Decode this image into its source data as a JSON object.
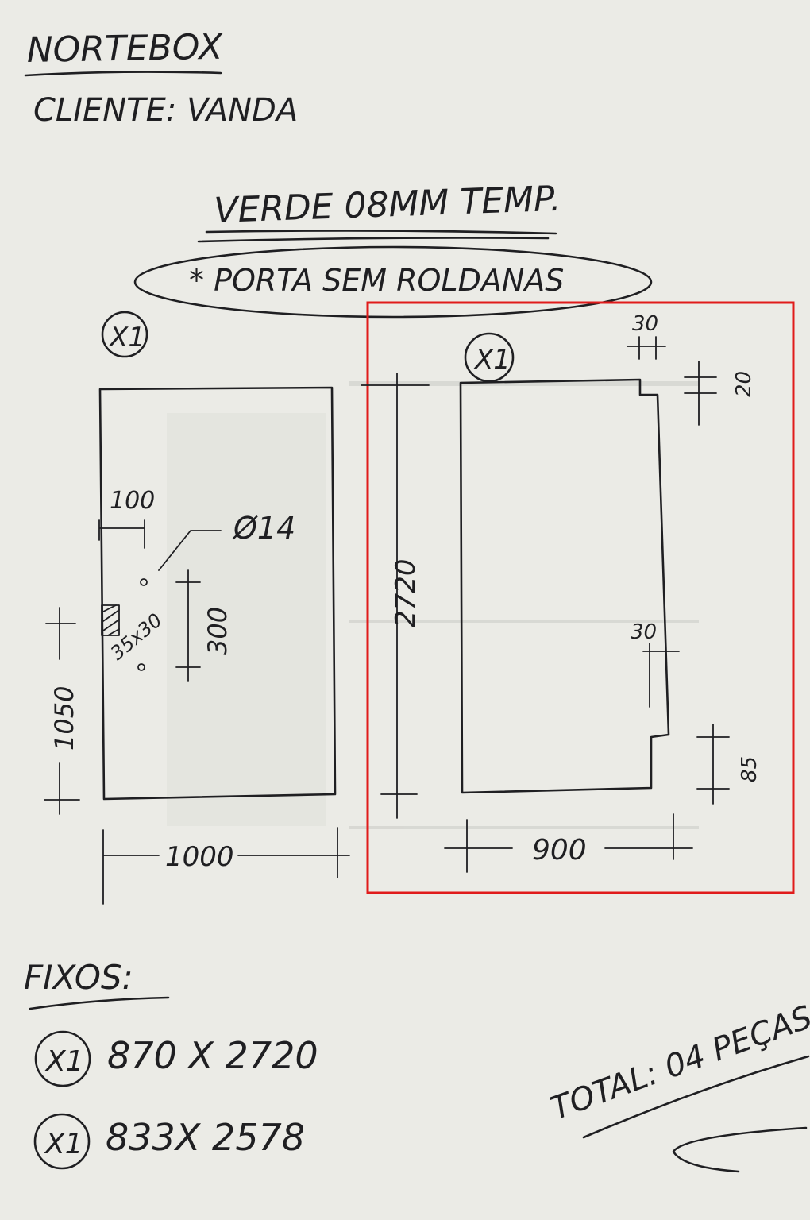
{
  "header": {
    "company": "NORTEBOX",
    "client": "CLIENTE: VANDA",
    "glass": "VERDE 08MM TEMP.",
    "note": "* PORTA SEM ROLDANAS"
  },
  "panel_left": {
    "qty": "X1",
    "width": "1000",
    "height_dim": "1050",
    "hole_offset": "100",
    "hole_diameter": "Ø14",
    "hole_spacing": "300",
    "slot_size": "35x30"
  },
  "panel_right": {
    "qty": "X1",
    "width": "900",
    "height": "2720",
    "notch_top_w": "30",
    "notch_top_h": "20",
    "notch_bottom_w": "30",
    "notch_bottom_h": "85"
  },
  "fixed": {
    "title": "FIXOS:",
    "items": [
      {
        "qty": "X1",
        "size": "870 X 2720"
      },
      {
        "qty": "X1",
        "size": "833X 2578"
      }
    ]
  },
  "total": "TOTAL: 04 PEÇAS",
  "colors": {
    "ink": "#1f1f22",
    "paper": "#ebebe6",
    "highlight": "#e01b1b"
  }
}
